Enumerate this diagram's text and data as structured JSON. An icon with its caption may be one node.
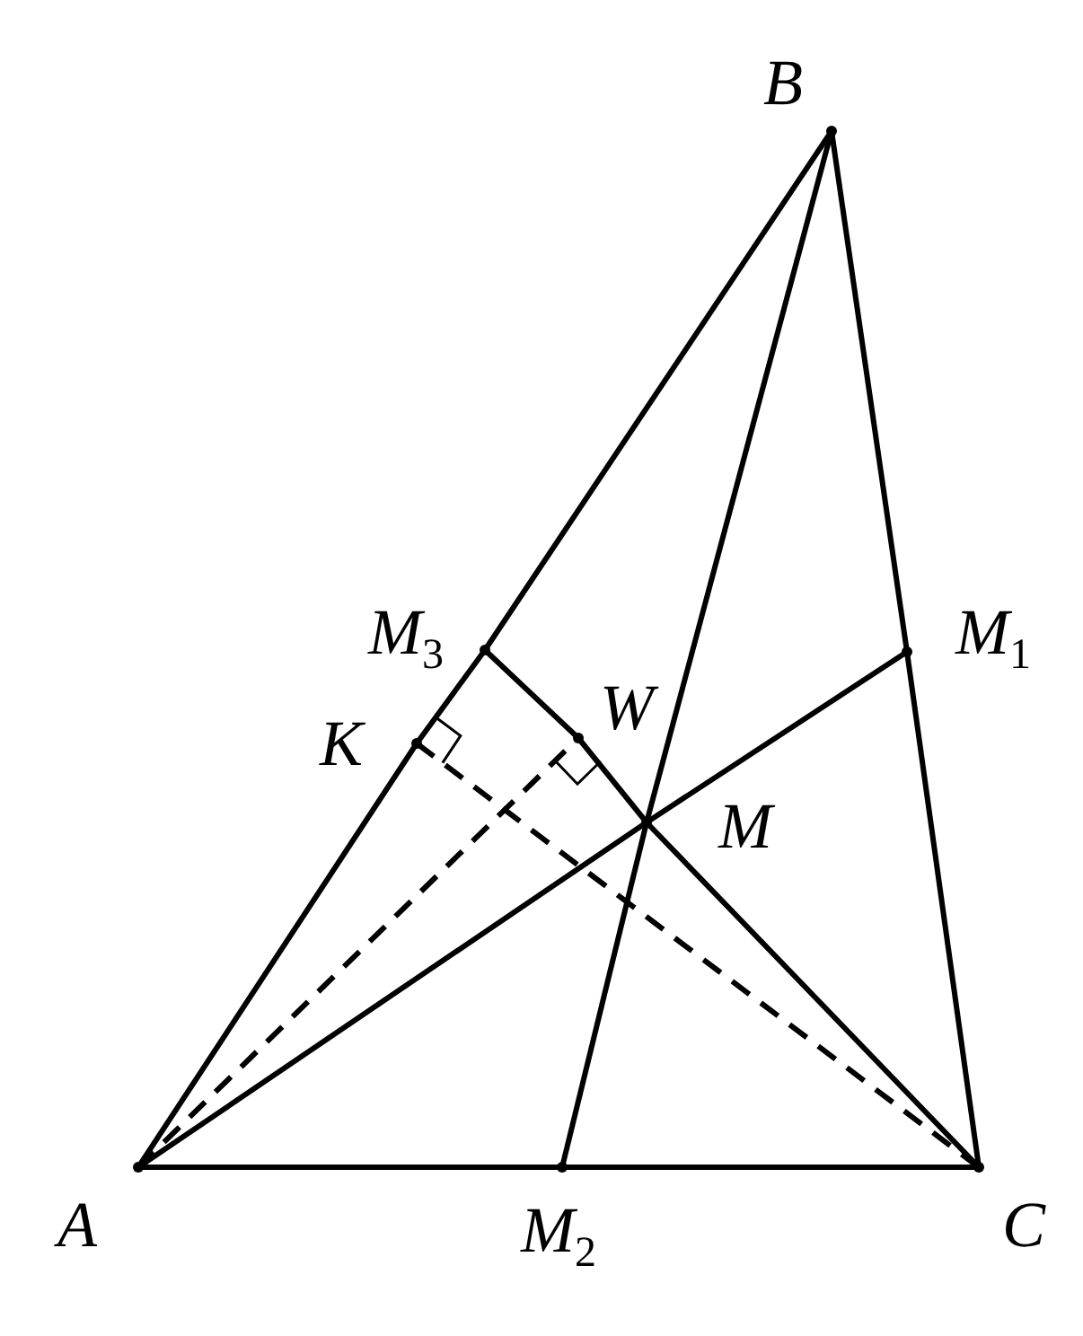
{
  "diagram": {
    "nodes": [
      {
        "text": [
          "B"
        ]
      },
      {
        "text": [
          "M$_{3}$"
        ]
      },
      {
        "text": [
          "M$_{1}$"
        ]
      },
      {
        "text": [
          "K"
        ]
      },
      {
        "text": [
          "W"
        ]
      },
      {
        "text": [
          "M"
        ]
      },
      {
        "text": [
          "A"
        ]
      },
      {
        "text": [
          "M$_{2}$"
        ]
      },
      {
        "text": [
          "C"
        ]
      }
    ],
    "edges": [
      {
        "from": 6,
        "to": 3,
        "arrow": "none"
      },
      {
        "from": 3,
        "to": 1,
        "arrow": "none"
      },
      {
        "from": 1,
        "to": 0,
        "arrow": "none"
      },
      {
        "from": 0,
        "to": 2,
        "arrow": "none"
      },
      {
        "from": 2,
        "to": 8,
        "arrow": "none"
      },
      {
        "from": 8,
        "to": 7,
        "arrow": "none"
      },
      {
        "from": 7,
        "to": 6,
        "arrow": "none"
      },
      {
        "from": 6,
        "to": 5,
        "arrow": "none"
      },
      {
        "from": 5,
        "to": 2,
        "arrow": "none"
      },
      {
        "from": 0,
        "to": 5,
        "arrow": "none"
      },
      {
        "from": 5,
        "to": 7,
        "arrow": "none"
      },
      {
        "from": 1,
        "to": 4,
        "arrow": "none"
      },
      {
        "from": 4,
        "to": 5,
        "arrow": "none"
      },
      {
        "from": 5,
        "to": 8,
        "arrow": "none"
      },
      {
        "from": 6,
        "to": 4,
        "arrow": "none",
        "style": "dashed"
      },
      {
        "from": 8,
        "to": 3,
        "arrow": "none",
        "style": "dashed"
      }
    ]
  }
}
